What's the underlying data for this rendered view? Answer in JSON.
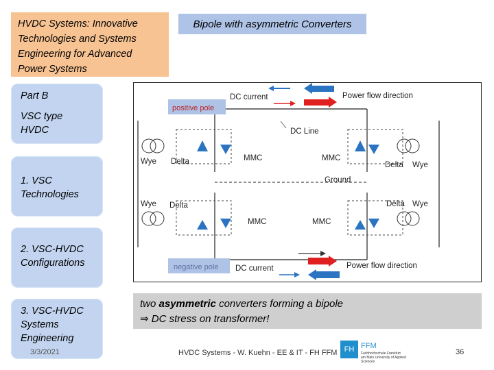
{
  "slide": {
    "title": "HVDC Systems: Innovative Technologies and Systems Engineering for Advanced Power Systems",
    "header": "Bipole with asymmetric Converters"
  },
  "nav": {
    "part": "Part B",
    "vsc_type": "VSC type HVDC",
    "item1": "1. VSC Technologies",
    "item2": "2. VSC-HVDC Configurations",
    "item3": "3. VSC-HVDC Systems Engineering"
  },
  "diagram": {
    "positive_pole": "positive pole",
    "negative_pole": "negative pole",
    "dc_current_top": "DC current",
    "dc_current_bottom": "DC current",
    "power_flow_top": "Power flow direction",
    "power_flow_bottom": "Power flow direction",
    "dc_line": "DC Line",
    "ground": "Ground",
    "mmc_tl": "MMC",
    "mmc_tr": "MMC",
    "mmc_bl": "MMC",
    "mmc_br": "MMC",
    "wye_tl": "Wye",
    "delta_tl": "Delta",
    "delta_tr": "Delta",
    "wye_tr": "Wye",
    "wye_bl": "Wye",
    "delta_bl": "Delta",
    "delta_br": "Delta",
    "wye_br": "Wye",
    "colors": {
      "red": "#e02020",
      "blue": "#2a74c2",
      "pole_box": "#aec3e6",
      "pole_text_red": "#c02020",
      "pole_text_gray": "#6070a0"
    }
  },
  "caption": {
    "line1_pre": "two ",
    "line1_bold": "asymmetric",
    "line1_post": " converters forming a bipole",
    "arrow_symbol": "⇒",
    "line2": " DC stress on transformer!"
  },
  "footer": {
    "date": "3/3/2021",
    "center": "HVDC Systems - W. Kuehn - EE & IT - FH FFM",
    "page": "36",
    "logo_fh": "FH",
    "logo_ffm": "FFM",
    "logo_small": "Fachhochschule Frankfurt am Main University of Applied Sciences"
  }
}
